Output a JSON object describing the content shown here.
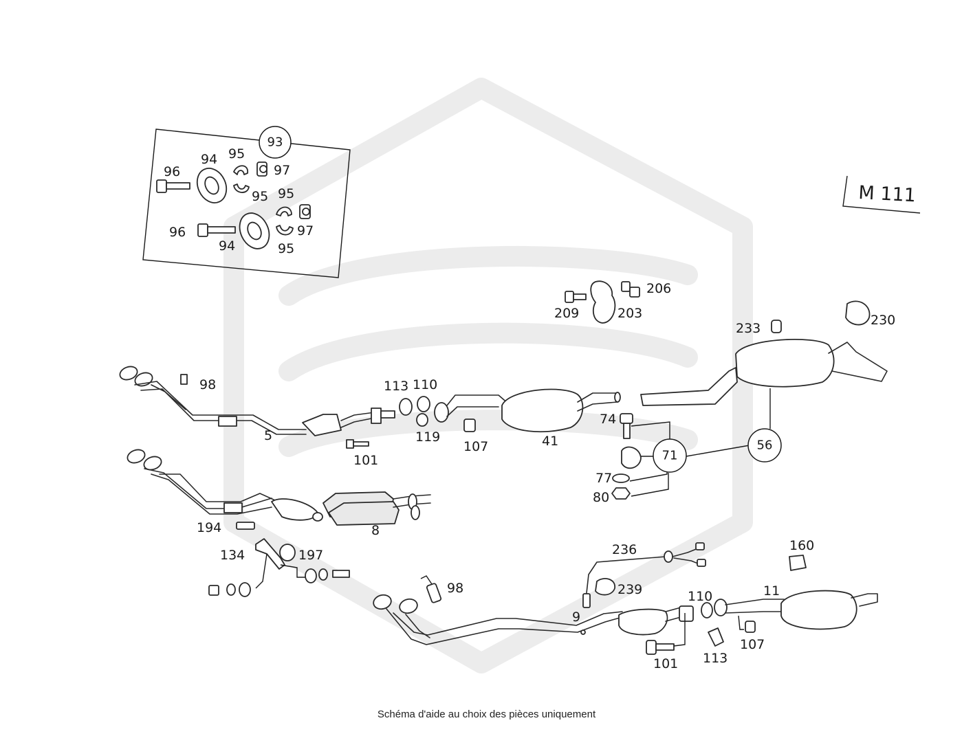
{
  "diagram": {
    "engine_label": "M 111",
    "kit_label": "93",
    "kit_parts": {
      "bolt_top": "96",
      "flange_top": "94",
      "ring_top": "95",
      "ring_top_lower": "95",
      "nut_top": "97",
      "bolt_bottom": "96",
      "flange_bottom": "94",
      "ring_bottom_upper": "95",
      "ring_bottom": "95",
      "nut_bottom": "97"
    },
    "parts": {
      "p98_top": "98",
      "p5": "5",
      "p101_top": "101",
      "p113_top": "113",
      "p110_top": "110",
      "p119": "119",
      "p107_top": "107",
      "p41": "41",
      "p209": "209",
      "p203": "203",
      "p206": "206",
      "p233": "233",
      "p230": "230",
      "p56": "56",
      "p74": "74",
      "p71": "71",
      "p77": "77",
      "p80": "80",
      "p194": "194",
      "p8": "8",
      "p134": "134",
      "p197": "197",
      "p236": "236",
      "p239": "239",
      "p98_bottom": "98",
      "p9": "9",
      "p160": "160",
      "p110_bottom": "110",
      "p11": "11",
      "p101_bottom": "101",
      "p113_bottom": "113",
      "p107_bottom": "107"
    },
    "caption": "Schéma d'aide au choix des pièces uniquement"
  }
}
